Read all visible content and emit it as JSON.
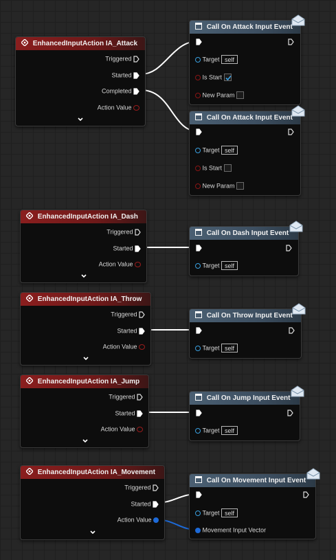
{
  "input_nodes": [
    {
      "title": "EnhancedInputAction IA_Attack",
      "pins": {
        "triggered": "Triggered",
        "started": "Started",
        "completed": "Completed",
        "action_value": "Action Value"
      }
    },
    {
      "title": "EnhancedInputAction IA_Dash",
      "pins": {
        "triggered": "Triggered",
        "started": "Started",
        "action_value": "Action Value"
      }
    },
    {
      "title": "EnhancedInputAction IA_Throw",
      "pins": {
        "triggered": "Triggered",
        "started": "Started",
        "action_value": "Action Value"
      }
    },
    {
      "title": "EnhancedInputAction IA_Jump",
      "pins": {
        "triggered": "Triggered",
        "started": "Started",
        "action_value": "Action Value"
      }
    },
    {
      "title": "EnhancedInputAction IA_Movement",
      "pins": {
        "triggered": "Triggered",
        "started": "Started",
        "action_value": "Action Value"
      }
    }
  ],
  "call_nodes": [
    {
      "title": "Call On Attack Input Event",
      "target_label": "Target",
      "target_value": "self",
      "is_start_label": "Is Start",
      "is_start_checked": true,
      "new_param_label": "New Param",
      "new_param_checked": false
    },
    {
      "title": "Call On Attack Input Event",
      "target_label": "Target",
      "target_value": "self",
      "is_start_label": "Is Start",
      "is_start_checked": false,
      "new_param_label": "New Param",
      "new_param_checked": false
    },
    {
      "title": "Call On Dash Input Event",
      "target_label": "Target",
      "target_value": "self"
    },
    {
      "title": "Call On Throw Input Event",
      "target_label": "Target",
      "target_value": "self"
    },
    {
      "title": "Call On Jump Input Event",
      "target_label": "Target",
      "target_value": "self"
    },
    {
      "title": "Call On Movement Input Event",
      "target_label": "Target",
      "target_value": "self",
      "vector_label": "Movement Input Vector"
    }
  ],
  "colors": {
    "exec_wire": "#ffffff",
    "vector_wire": "#1d6ad8",
    "input_header": "#8a1e1e",
    "call_header": "#4a5f72",
    "canvas": "#262626"
  }
}
